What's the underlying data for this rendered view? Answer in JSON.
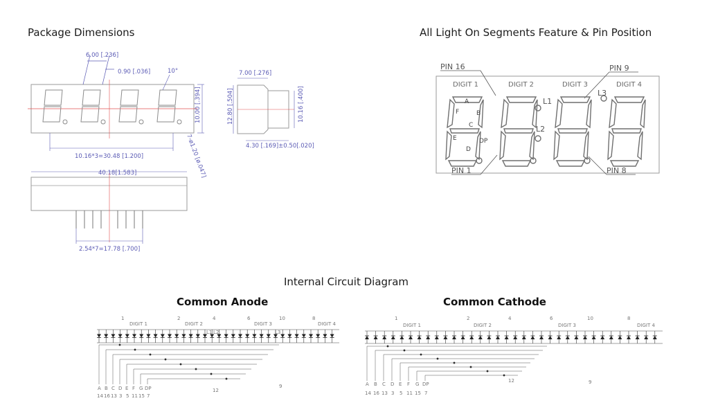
{
  "headings": {
    "package": "Package Dimensions",
    "segments": "All Light On Segments Feature & Pin Position",
    "circuit": "Internal Circuit Diagram",
    "anode": "Common Anode",
    "cathode": "Common Cathode"
  },
  "package": {
    "dims": {
      "d1": "6.00 [.236]",
      "d2": "0.90 [.036]",
      "angle": "10°",
      "height": "10.00 [.394]",
      "pitch": "10.16*3=30.48 [1.200]",
      "hole": "7-ø1.20 [ø.047]",
      "width_total": "40.18[1.583]",
      "pin_pitch": "2.54*7=17.78 [.700]",
      "side_depth": "7.00 [.276]",
      "side_height": "12.80 [.504]",
      "side_inner": "10.16 [.400]",
      "side_pin": "4.30 [.169]±0.50[.020]"
    }
  },
  "segments_view": {
    "pin16": "PIN 16",
    "pin9": "PIN 9",
    "pin1": "PIN 1",
    "pin8": "PIN 8",
    "digits": [
      "DIGIT 1",
      "DIGIT 2",
      "DIGIT 3",
      "DIGIT 4"
    ],
    "l1": "L1",
    "l2": "L2",
    "l3": "L3",
    "seg_a": "A",
    "seg_b": "B",
    "seg_c": "C",
    "seg_d": "D",
    "seg_e": "E",
    "seg_f": "F",
    "seg_dp": "DP"
  },
  "anode": {
    "top_pins": [
      "1",
      "2",
      "4",
      "6",
      "10",
      "8"
    ],
    "digit_labels": [
      "DIGIT 1",
      "DIGIT 2",
      "DIGIT 3",
      "DIGIT 4"
    ],
    "l_labels": [
      "L1",
      "L2",
      "L3"
    ],
    "seg_letters": [
      "A",
      "B",
      "C",
      "D",
      "E",
      "F",
      "G",
      "DP"
    ],
    "seg_pins": [
      "14",
      "16",
      "13",
      "3",
      "5",
      "11",
      "15",
      "7"
    ],
    "bottom_pins": [
      "12",
      "9"
    ]
  },
  "cathode": {
    "top_pins": [
      "1",
      "2",
      "4",
      "6",
      "10",
      "8"
    ],
    "digit_labels": [
      "DIGIT 1",
      "DIGIT 2",
      "DIGIT 3",
      "DIGIT 4"
    ],
    "seg_letters": [
      "A",
      "B",
      "C",
      "D",
      "E",
      "F",
      "G",
      "DP"
    ],
    "seg_pins": [
      "14",
      "16",
      "13",
      "3",
      "5",
      "11",
      "15",
      "7"
    ],
    "bottom_pins": [
      "12",
      "9"
    ]
  },
  "colors": {
    "outline": "#9a9a9a",
    "dimension": "#5a5ab4",
    "centerline": "#e05050",
    "ink": "#222222"
  }
}
